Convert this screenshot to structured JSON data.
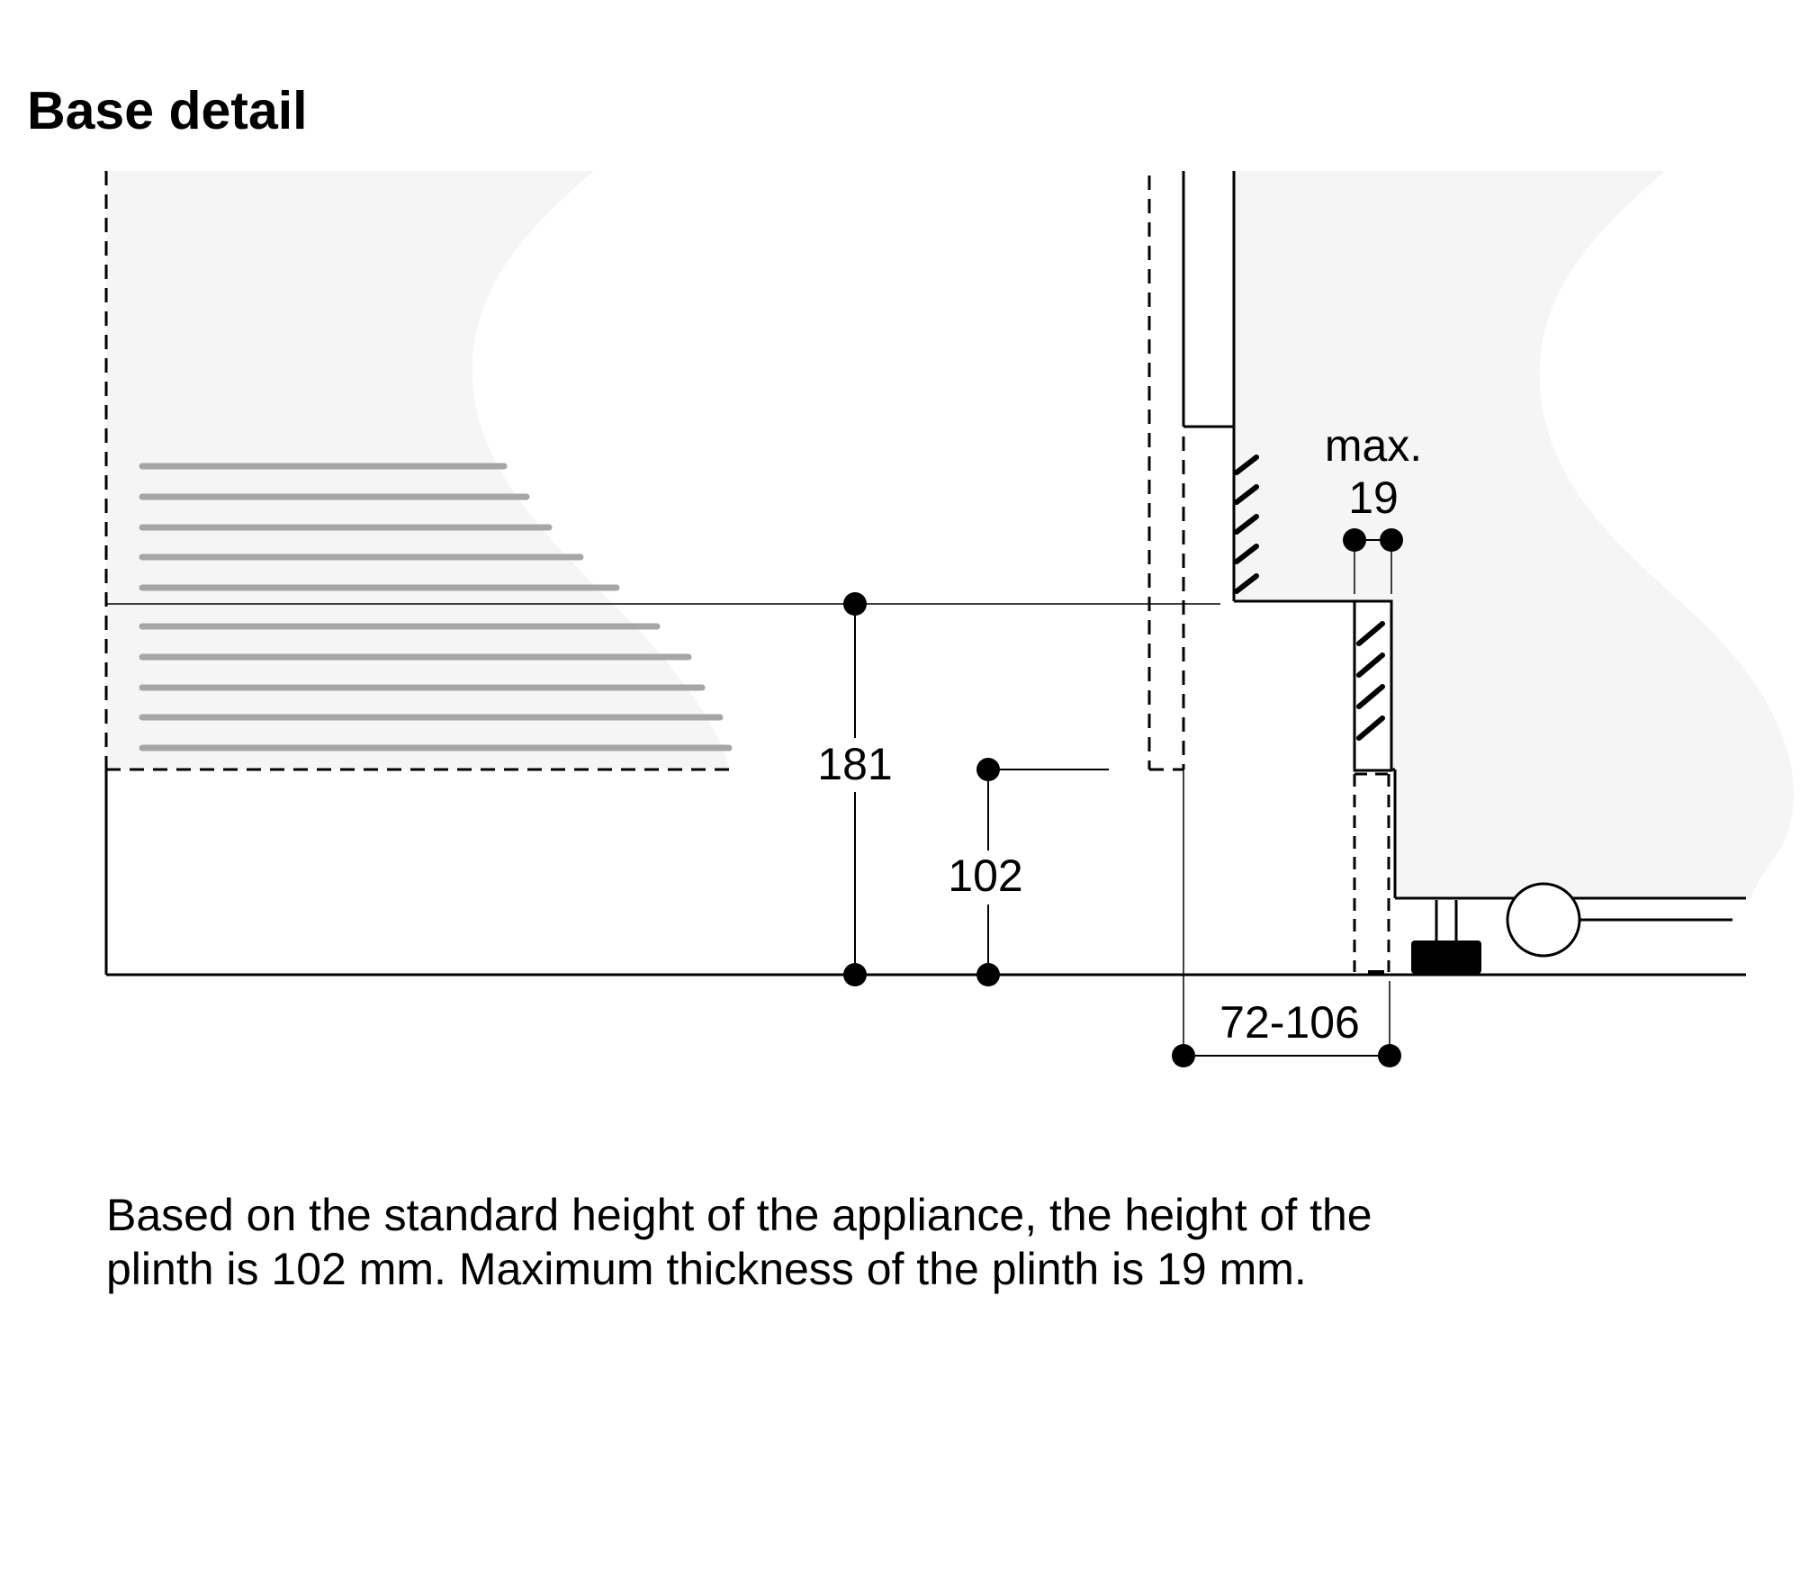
{
  "title": "Base detail",
  "dimensions": {
    "height_total": "181",
    "plinth_height": "102",
    "plinth_thickness_prefix": "max.",
    "plinth_thickness": "19",
    "plinth_recess": "72-106"
  },
  "caption": {
    "line1": "Based on the standard height of the appliance, the height of the",
    "line2": "plinth is 102 mm. Maximum thickness of the plinth is 19 mm."
  },
  "colors": {
    "line": "#000000",
    "fill": "#f5f5f5",
    "shelf": "#a6a6a6"
  }
}
